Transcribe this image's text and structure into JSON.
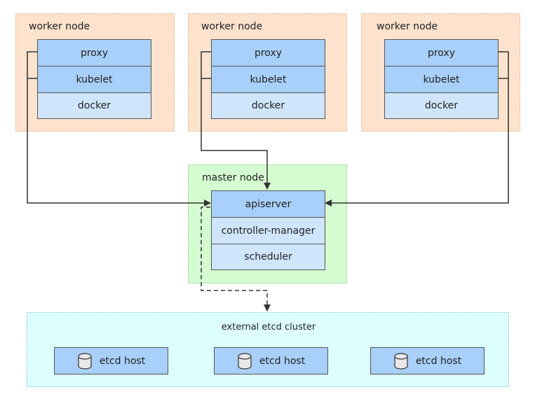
{
  "worker_nodes": [
    {
      "title": "worker node",
      "components": [
        "proxy",
        "kubelet",
        "docker"
      ]
    },
    {
      "title": "worker node",
      "components": [
        "proxy",
        "kubelet",
        "docker"
      ]
    },
    {
      "title": "worker node",
      "components": [
        "proxy",
        "kubelet",
        "docker"
      ]
    }
  ],
  "master_node": {
    "title": "master node",
    "components": [
      "apiserver",
      "controller-manager",
      "scheduler"
    ]
  },
  "etcd_cluster": {
    "title": "external etcd cluster",
    "hosts": [
      "etcd host",
      "etcd host",
      "etcd host"
    ],
    "host_icon": "database-icon"
  },
  "colors": {
    "worker_bg": "#fde3cd",
    "master_bg": "#d5fbd0",
    "etcd_bg": "#dcfeff",
    "component_dark": "#a8d0fa",
    "component_light": "#cfe5fc"
  }
}
